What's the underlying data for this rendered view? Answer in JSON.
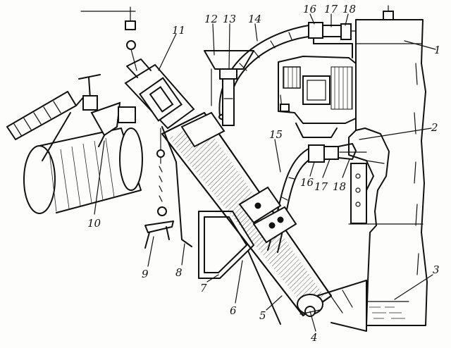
{
  "callouts": [
    {
      "id": "1",
      "label": "1"
    },
    {
      "id": "2",
      "label": "2"
    },
    {
      "id": "3",
      "label": "3"
    },
    {
      "id": "4",
      "label": "4"
    },
    {
      "id": "5",
      "label": "5"
    },
    {
      "id": "6",
      "label": "6"
    },
    {
      "id": "7",
      "label": "7"
    },
    {
      "id": "8",
      "label": "8"
    },
    {
      "id": "9",
      "label": "9"
    },
    {
      "id": "10",
      "label": "10"
    },
    {
      "id": "11",
      "label": "11"
    },
    {
      "id": "12",
      "label": "12"
    },
    {
      "id": "13",
      "label": "13"
    },
    {
      "id": "14",
      "label": "14"
    },
    {
      "id": "15",
      "label": "15"
    },
    {
      "id": "16a",
      "label": "16"
    },
    {
      "id": "17a",
      "label": "17"
    },
    {
      "id": "18a",
      "label": "18"
    },
    {
      "id": "16b",
      "label": "16"
    },
    {
      "id": "17b",
      "label": "17"
    },
    {
      "id": "18b",
      "label": "18"
    }
  ]
}
